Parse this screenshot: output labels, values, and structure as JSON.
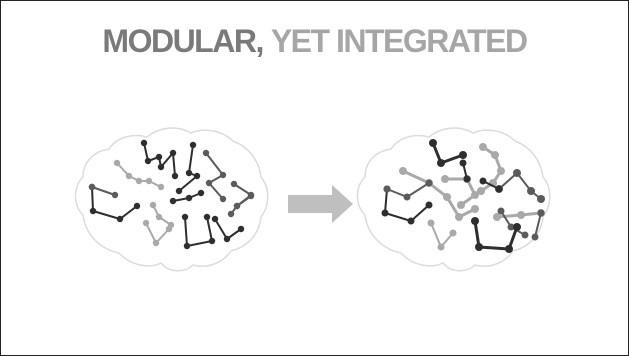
{
  "title": {
    "part1": "MODULAR,",
    "part2": "YET INTEGRATED"
  },
  "colors": {
    "dark": "#2e2e2e",
    "mid": "#5b5b5b",
    "light": "#a9a9a9",
    "outline": "#dcdcdc",
    "arrow": "#bfbfbf"
  },
  "diagram": {
    "left_brain": "modular",
    "arrow": "arrow-right",
    "right_brain": "integrated"
  }
}
